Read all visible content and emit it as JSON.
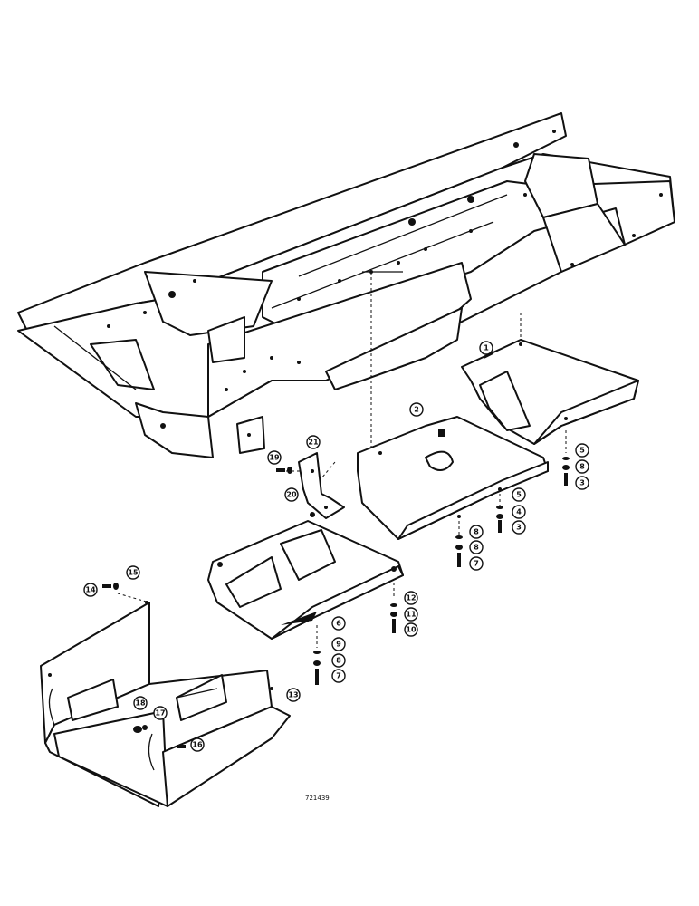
{
  "drawing_number": "721439",
  "callouts": [
    {
      "id": "c1",
      "label": "1"
    },
    {
      "id": "c2",
      "label": "2"
    },
    {
      "id": "c3a",
      "label": "3"
    },
    {
      "id": "c3b",
      "label": "3"
    },
    {
      "id": "c4a",
      "label": "4"
    },
    {
      "id": "c5a",
      "label": "5"
    },
    {
      "id": "c5b",
      "label": "5"
    },
    {
      "id": "c6",
      "label": "6"
    },
    {
      "id": "c7a",
      "label": "7"
    },
    {
      "id": "c7b",
      "label": "7"
    },
    {
      "id": "c8a",
      "label": "8"
    },
    {
      "id": "c8b",
      "label": "8"
    },
    {
      "id": "c8c",
      "label": "8"
    },
    {
      "id": "c8d",
      "label": "8"
    },
    {
      "id": "c9",
      "label": "9"
    },
    {
      "id": "c10",
      "label": "10"
    },
    {
      "id": "c11",
      "label": "11"
    },
    {
      "id": "c12",
      "label": "12"
    },
    {
      "id": "c13",
      "label": "13"
    },
    {
      "id": "c14",
      "label": "14"
    },
    {
      "id": "c15",
      "label": "15"
    },
    {
      "id": "c16",
      "label": "16"
    },
    {
      "id": "c17",
      "label": "17"
    },
    {
      "id": "c18",
      "label": "18"
    },
    {
      "id": "c19",
      "label": "19"
    },
    {
      "id": "c20",
      "label": "20"
    },
    {
      "id": "c21",
      "label": "21"
    }
  ]
}
